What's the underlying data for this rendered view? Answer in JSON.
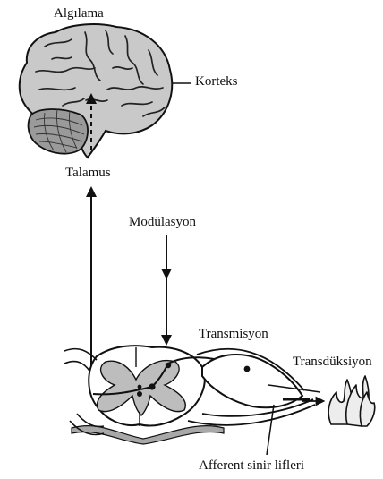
{
  "labels": {
    "perception": "Algılama",
    "cortex": "Korteks",
    "thalamus": "Talamus",
    "modulation": "Modülasyon",
    "transmission": "Transmisyon",
    "transduction": "Transdüksiyon",
    "afferent": "Afferent sinir lifleri"
  },
  "colors": {
    "ink": "#111111",
    "brain_fill": "#c9c9c9",
    "cerebellum_fill": "#9a9a9a",
    "grey_matter": "#bdbdbd",
    "flame_fill": "#ededed"
  }
}
